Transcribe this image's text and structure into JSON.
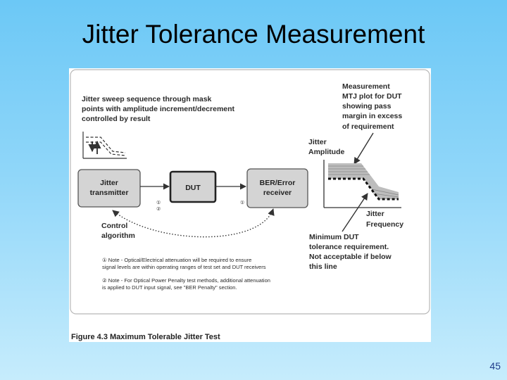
{
  "slide": {
    "title": "Jitter Tolerance Measurement",
    "page_number": "45"
  },
  "figure": {
    "sweep_note": [
      "Jitter sweep sequence through mask",
      "points with amplitude increment/decrement",
      "controlled by result"
    ],
    "transmitter_label": [
      "Jitter",
      "transmitter"
    ],
    "dut_label": "DUT",
    "receiver_label": [
      "BER/Error",
      "receiver"
    ],
    "control_label": [
      "Control",
      "algorithm"
    ],
    "marker_1": "①",
    "marker_2": "②",
    "note_1": [
      "① Note - Optical/Electrical attenuation will be required to ensure",
      "signal levels are within operating ranges of test set and DUT receivers"
    ],
    "note_2": [
      "② Note - For Optical Power Penalty test methods, additional attenuation",
      "is applied to DUT input signal, see \"BER Penalty\" section."
    ],
    "measurement_label": [
      "Measurement",
      "MTJ plot for DUT",
      "showing pass",
      "margin in excess",
      "of requirement"
    ],
    "jitter_amplitude_label": [
      "Jitter",
      "Amplitude"
    ],
    "jitter_frequency_label": [
      "Jitter",
      "Frequency"
    ],
    "minimum_label": [
      "Minimum DUT",
      "tolerance requirement.",
      "Not acceptable if below",
      "this line"
    ],
    "caption": "Figure 4.3 Maximum Tolerable Jitter Test"
  },
  "colors": {
    "box_fill": "#d4d4d4",
    "box_stroke": "#555555",
    "panel_border": "#b8b8b8"
  }
}
